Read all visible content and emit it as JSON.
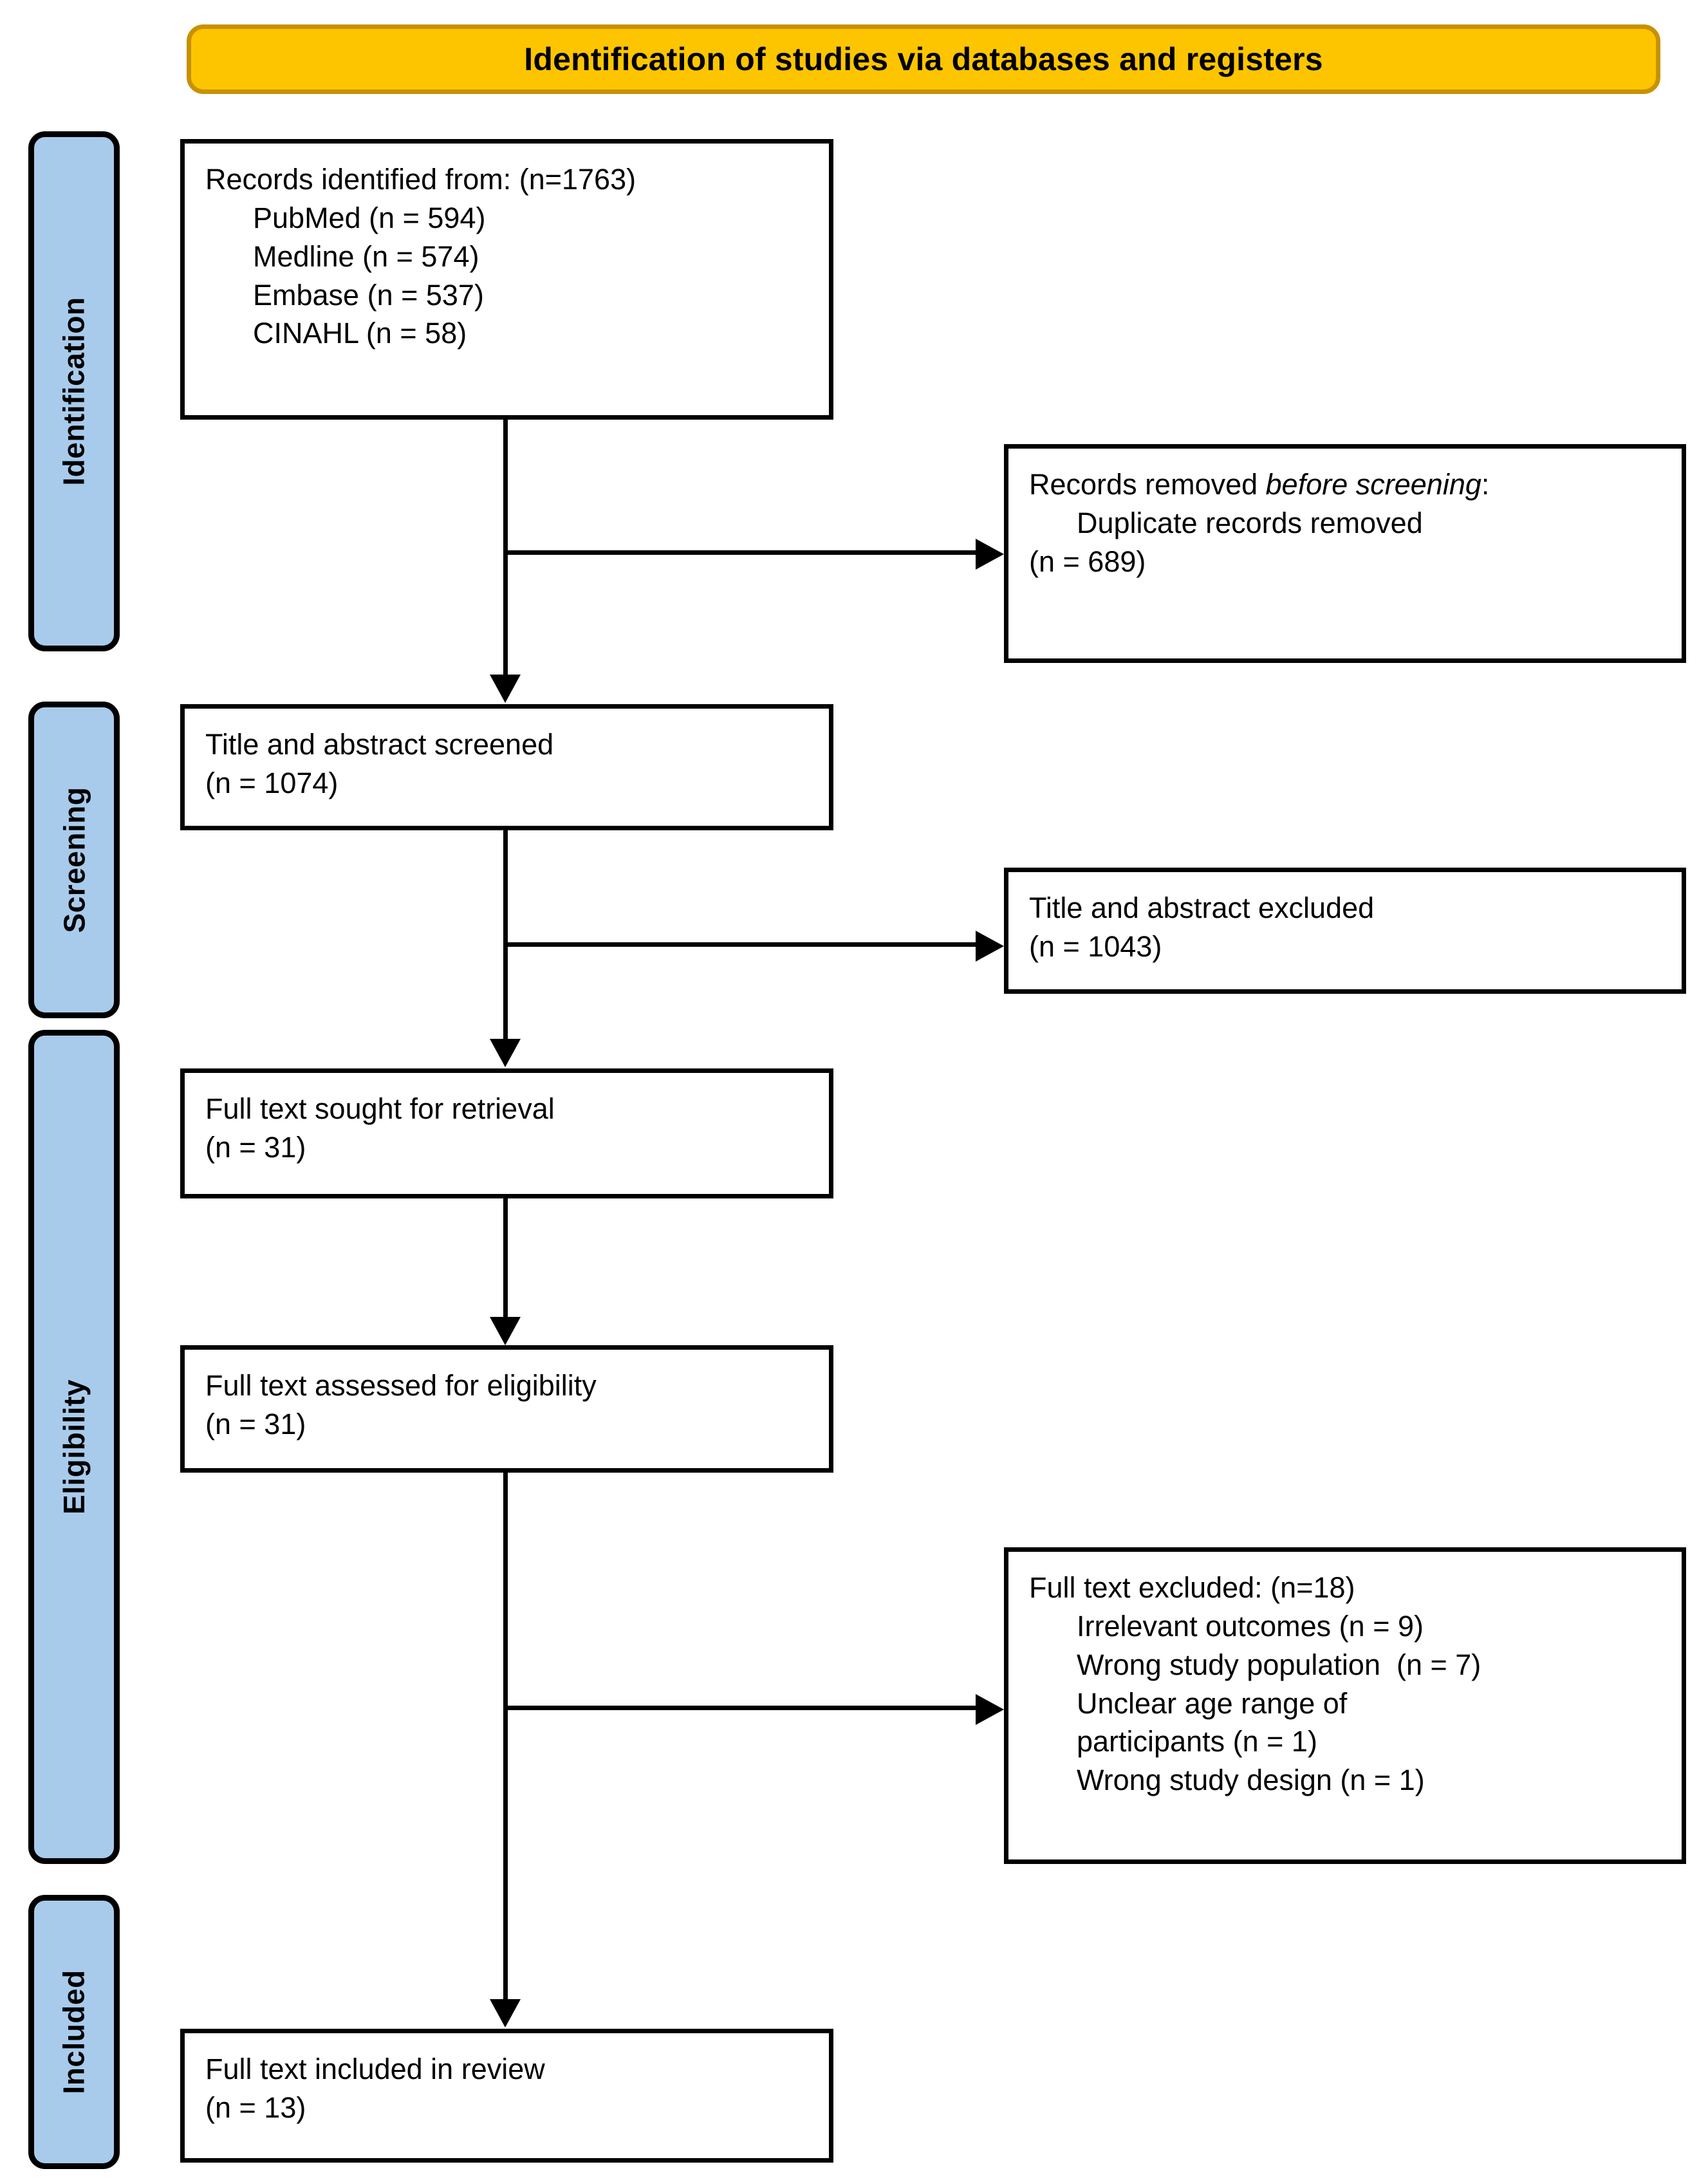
{
  "banner": {
    "title": "Identification of studies via databases and registers",
    "fill_color": "#FDC500",
    "border_color": "#C79100"
  },
  "phases": {
    "fill_color": "#A8CBEC",
    "items": [
      {
        "label": "Identification"
      },
      {
        "label": "Screening"
      },
      {
        "label": "Eligibility"
      },
      {
        "label": "Included"
      }
    ]
  },
  "boxes": {
    "records_identified": {
      "lines": [
        "Records identified from: (n=1763)",
        "PubMed (n = 594)",
        "Medline (n = 574)",
        "Embase (n = 537)",
        "CINAHL (n = 58)"
      ]
    },
    "records_removed": {
      "line1_prefix": "Records removed ",
      "line1_italic": "before screening",
      "line1_suffix": ":",
      "line2": "Duplicate records removed",
      "line3": "(n = 689)"
    },
    "title_abstract_screened": {
      "line1": "Title and abstract screened",
      "line2": "(n = 1074)"
    },
    "title_abstract_excluded": {
      "line1": "Title and abstract excluded",
      "line2": "(n = 1043)"
    },
    "full_text_sought": {
      "line1": "Full text sought for retrieval",
      "line2": "(n = 31)"
    },
    "full_text_assessed": {
      "line1": "Full text assessed for eligibility",
      "line2": "(n = 31)"
    },
    "full_text_excluded": {
      "header": "Full text excluded: (n=18)",
      "reasons": [
        "Irrelevant outcomes (n = 9)",
        "Wrong study population  (n = 7)",
        "Unclear age range of",
        "participants (n = 1)",
        "Wrong study design (n = 1)"
      ]
    },
    "full_text_included": {
      "line1": "Full text included in review",
      "line2": "(n = 13)"
    }
  }
}
